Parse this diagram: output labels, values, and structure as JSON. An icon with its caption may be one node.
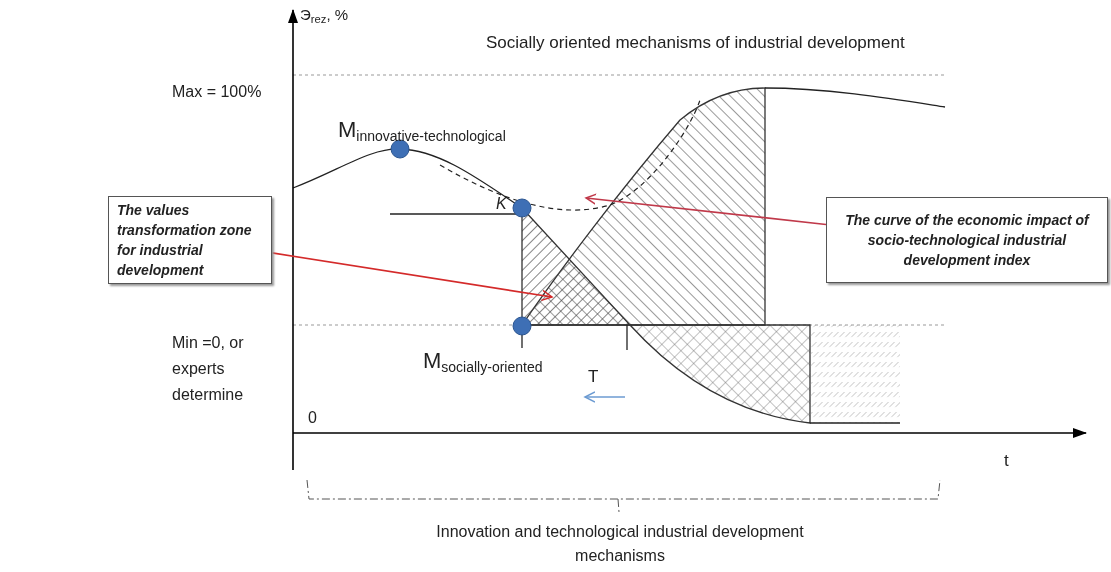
{
  "diagram": {
    "nodes": [
      {
        "text": [
          "The values transformation zone for industrial development"
        ]
      },
      {
        "text": [
          "The curve of the economic impact of socio-technological industrial development index"
        ]
      }
    ],
    "edges": [
      {
        "from": 0,
        "to": null,
        "arrow": "to",
        "color": "#d42a2a"
      },
      {
        "from": 1,
        "to": null,
        "arrow": "to",
        "color": "#c0394a"
      }
    ],
    "labels": [
      "Э$_{rez}$, %",
      "Socially oriented mechanisms of industrial development",
      "Max = 100%",
      "M$_{innovative-technological}$",
      "K",
      "Min =0, or experts determine",
      "M$_{socially-oriented}$",
      "T",
      "0",
      "t",
      "Innovation and technological industrial development mechanisms"
    ]
  }
}
